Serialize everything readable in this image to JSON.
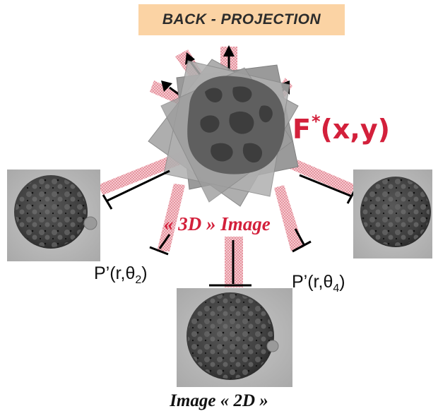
{
  "header": {
    "title": "BACK - PROJECTION"
  },
  "labels": {
    "reconstruction_main": "F",
    "reconstruction_star": "*",
    "reconstruction_args": "(x,y)",
    "image_3d": "« 3D » Image",
    "projection_left_prefix": "P’(r,θ",
    "projection_left_sub": "2",
    "projection_right_prefix": "P’(r,θ",
    "projection_right_sub": "4",
    "projection_suffix": ")",
    "image_2d": "Image « 2D »"
  },
  "colors": {
    "title_bg": "#fbd3a4",
    "accent_red": "#d3203b",
    "projection_band": "#f2b3bb",
    "micrograph_bg": "#b9b9b9",
    "particle_dark": "#4a4a4a"
  }
}
